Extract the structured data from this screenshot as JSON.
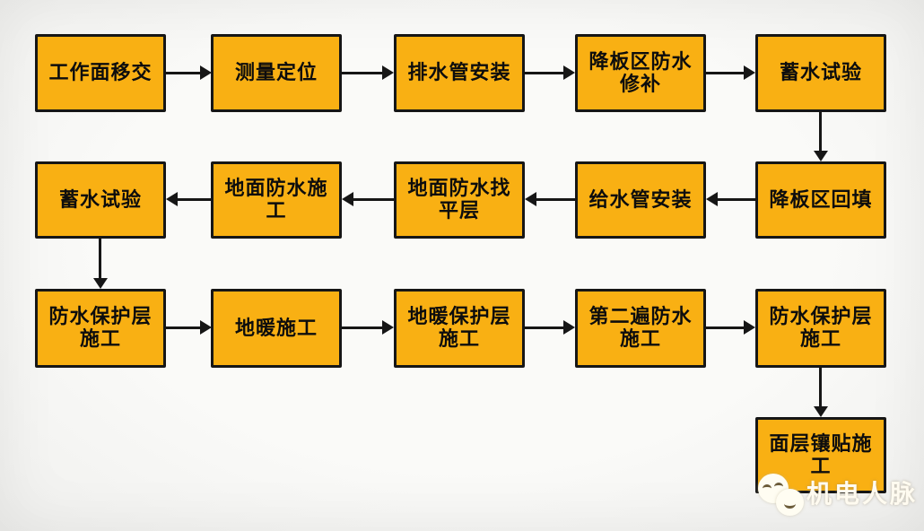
{
  "page": {
    "background": "#f5f5f3",
    "accent_box_fill": "#f9b013",
    "box_border_color": "#161616",
    "arrow_color": "#161616"
  },
  "flow": {
    "rows": [
      {
        "name": "row-1",
        "direction": "left-to-right",
        "boxes": [
          {
            "label": "工作面移交"
          },
          {
            "label": "测量定位"
          },
          {
            "label": "排水管安装"
          },
          {
            "label": "降板区防水修补"
          },
          {
            "label": "蓄水试验"
          }
        ]
      },
      {
        "name": "row-2",
        "direction": "right-to-left",
        "boxes": [
          {
            "label": "蓄水试验"
          },
          {
            "label": "地面防水施工"
          },
          {
            "label": "地面防水找平层"
          },
          {
            "label": "给水管安装"
          },
          {
            "label": "降板区回填"
          }
        ]
      },
      {
        "name": "row-3",
        "direction": "left-to-right",
        "boxes": [
          {
            "label": "防水保护层施工"
          },
          {
            "label": "地暖施工"
          },
          {
            "label": "地暖保护层施工"
          },
          {
            "label": "第二遍防水施工"
          },
          {
            "label": "防水保护层施工"
          }
        ]
      },
      {
        "name": "row-4",
        "direction": "none",
        "boxes": [
          {
            "label": "面层镶贴施工"
          }
        ]
      }
    ],
    "sequence": [
      "工作面移交 → 测量定位",
      "测量定位 → 排水管安装",
      "排水管安装 → 降板区防水修补",
      "降板区防水修补 → 蓄水试验",
      "蓄水试验 → 降板区回填",
      "降板区回填 → 给水管安装",
      "给水管安装 → 地面防水找平层",
      "地面防水找平层 → 地面防水施工",
      "地面防水施工 → 蓄水试验",
      "蓄水试验 → 防水保护层施工",
      "防水保护层施工 → 地暖施工",
      "地暖施工 → 地暖保护层施工",
      "地暖保护层施工 → 第二遍防水施工",
      "第二遍防水施工 → 防水保护层施工",
      "防水保护层施工 → 面层镶贴施工"
    ]
  },
  "watermark": {
    "text": "机电人脉",
    "logo": "chick-avatar-logo",
    "text_color": "#fffbf0"
  }
}
